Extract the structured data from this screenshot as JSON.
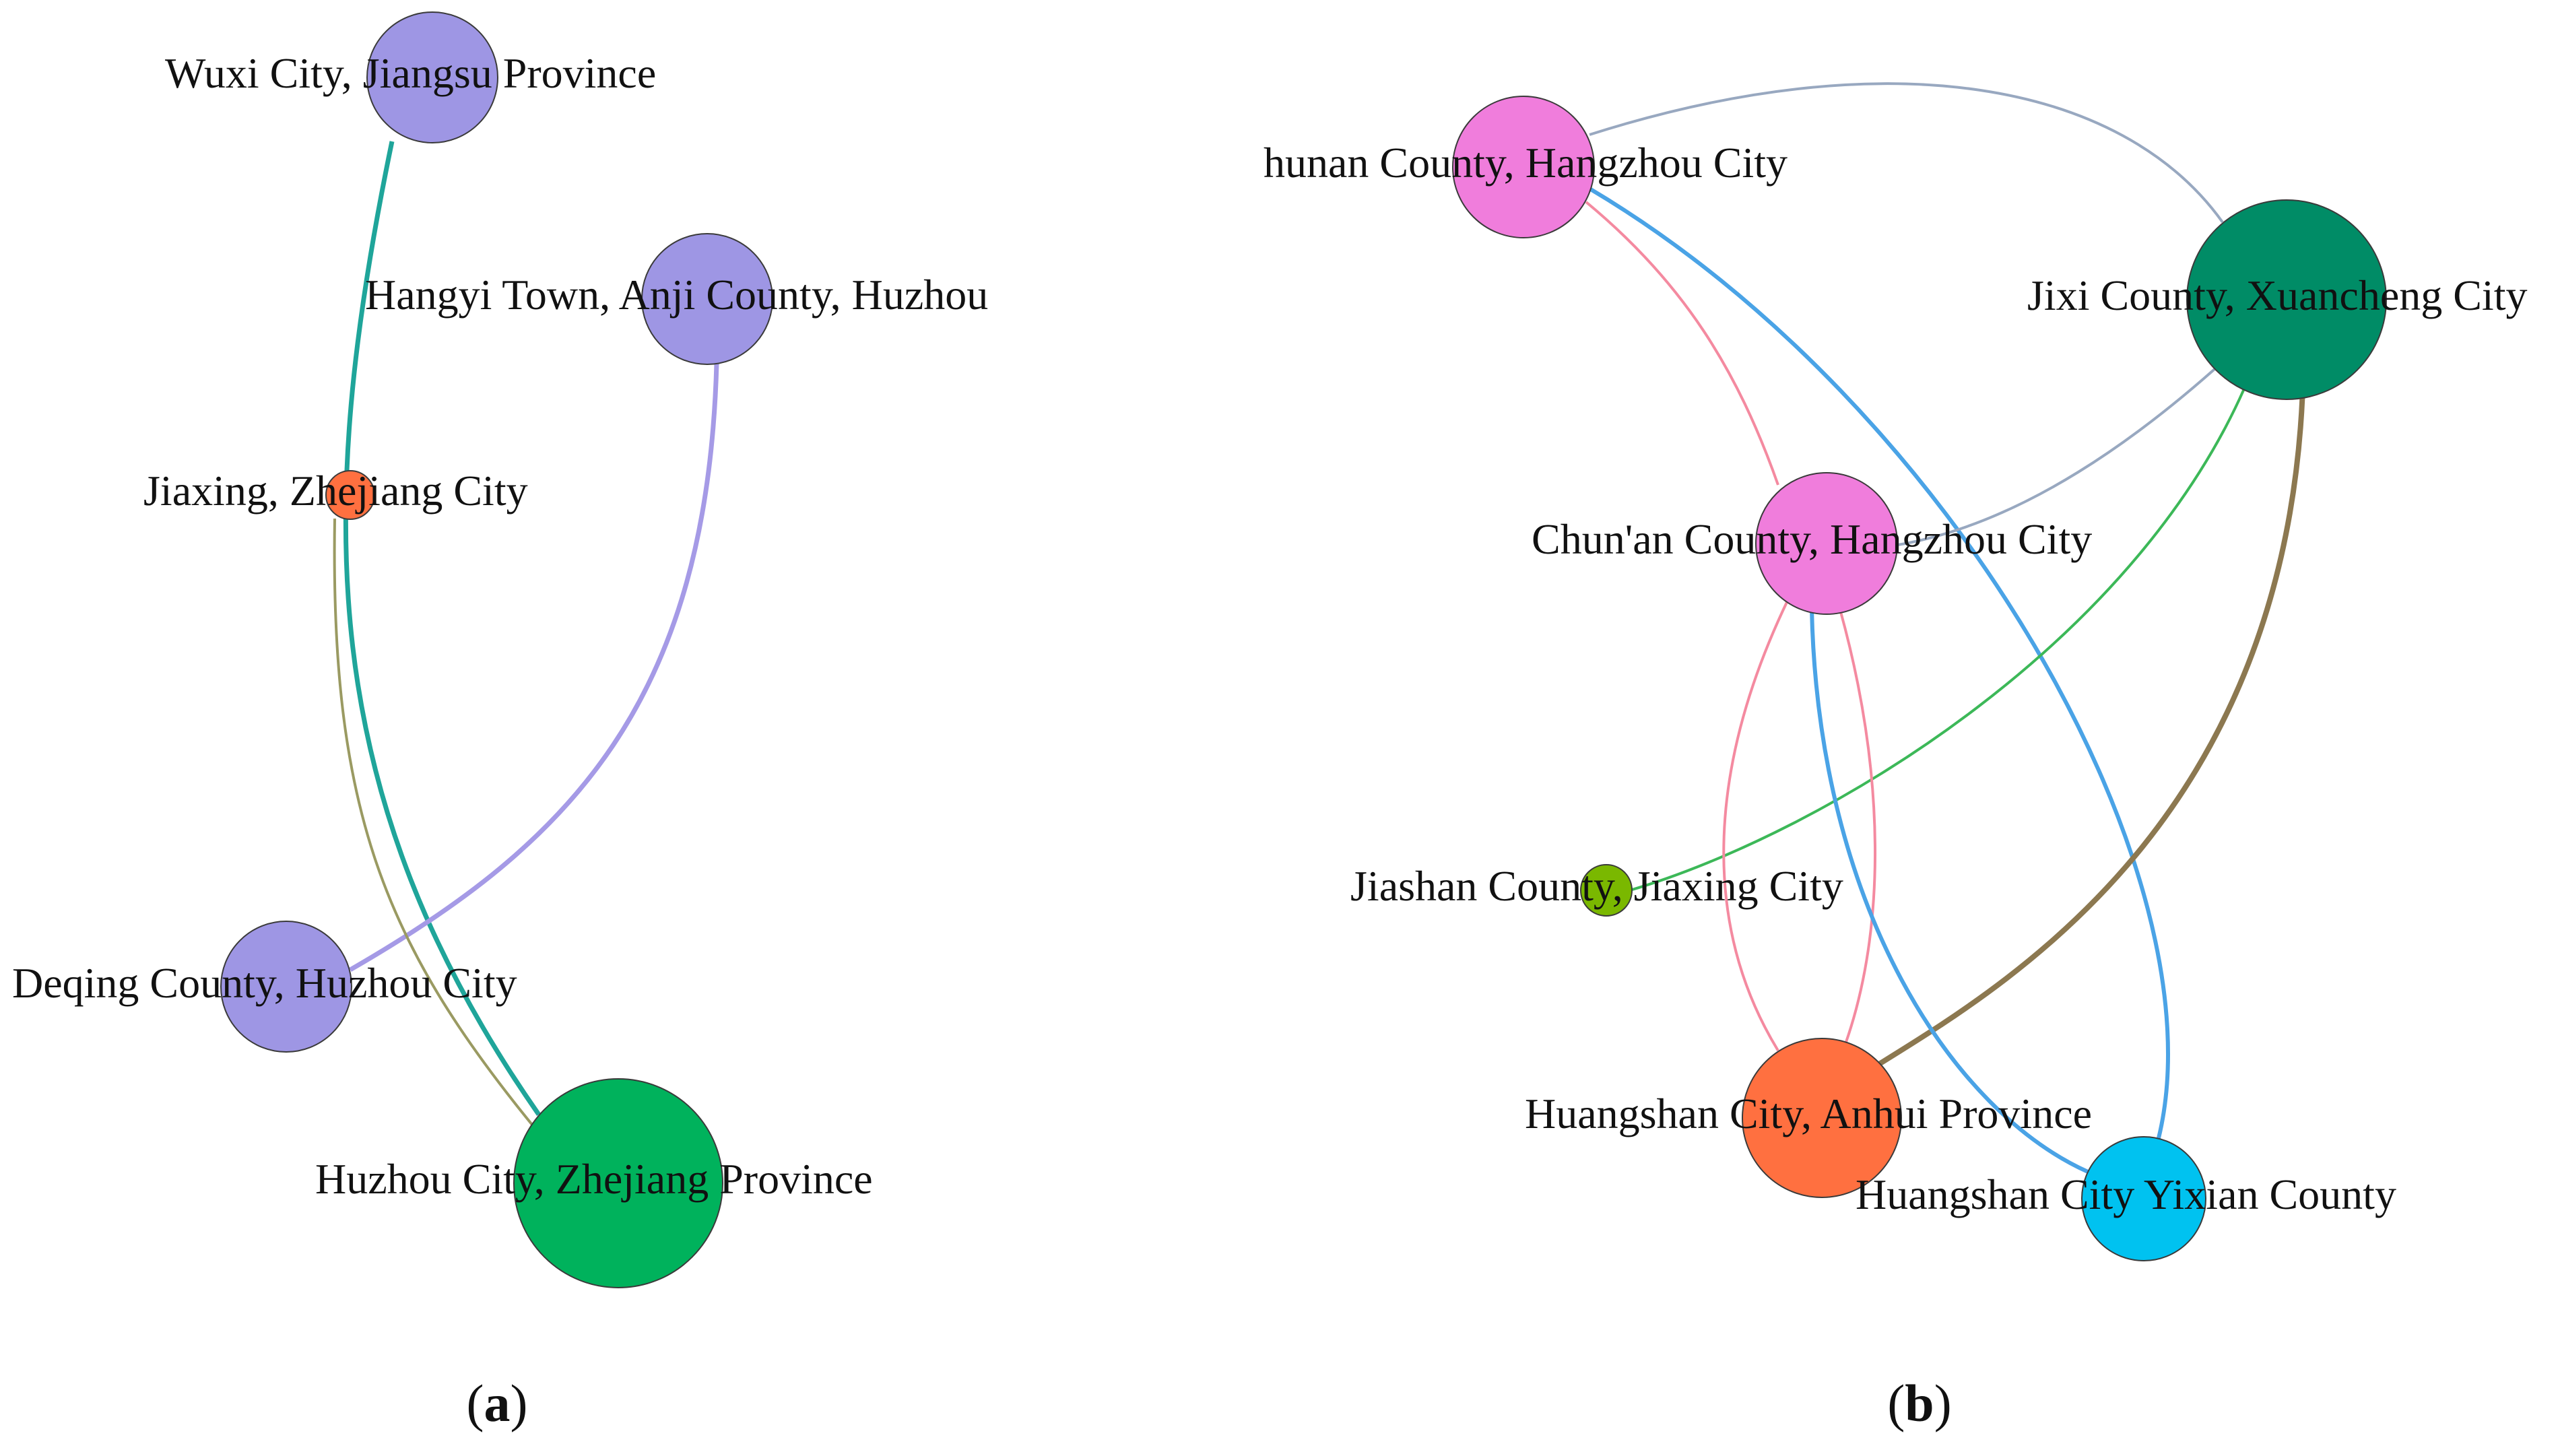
{
  "panels": [
    {
      "id": "a",
      "caption_prefix": "(",
      "caption_letter": "a",
      "caption_suffix": ")",
      "nodes": [
        {
          "id": "wuxi",
          "label": "Wuxi City, Jiangsu Province",
          "color": "#9e96e4"
        },
        {
          "id": "hangyi",
          "label": "Hangyi Town, Anji County, Huzhou",
          "color": "#9e96e4"
        },
        {
          "id": "jiaxing",
          "label": "Jiaxing, Zhejiang City",
          "color": "#ff7040"
        },
        {
          "id": "deqing",
          "label": "Deqing County, Huzhou City",
          "color": "#9e96e4"
        },
        {
          "id": "huzhou",
          "label": "Huzhou City, Zhejiang Province",
          "color": "#00b25c"
        }
      ],
      "edges": [
        {
          "from": "wuxi",
          "to": "huzhou",
          "color": "#1fa59a"
        },
        {
          "from": "hangyi",
          "to": "deqing",
          "color": "#a59ae6"
        },
        {
          "from": "jiaxing",
          "to": "huzhou",
          "color": "#9a9a62"
        }
      ]
    },
    {
      "id": "b",
      "caption_prefix": "(",
      "caption_letter": "b",
      "caption_suffix": ")",
      "nodes": [
        {
          "id": "hunan",
          "label": "hunan County, Hangzhou City",
          "color": "#f07ddc"
        },
        {
          "id": "jixi",
          "label": "Jixi County, Xuancheng City",
          "color": "#008c66"
        },
        {
          "id": "chunan",
          "label": "Chun'an County, Hangzhou City",
          "color": "#f07ddc"
        },
        {
          "id": "jiashan",
          "label": "Jiashan County, Jiaxing City",
          "color": "#7ab800"
        },
        {
          "id": "huangshan",
          "label": "Huangshan City, Anhui Province",
          "color": "#ff7040"
        },
        {
          "id": "yixian",
          "label": "Huangshan City Yixian County",
          "color": "#00c2f0"
        }
      ],
      "edges": [
        {
          "from": "hunan",
          "to": "jixi",
          "color": "#98a8c0"
        },
        {
          "from": "hunan",
          "to": "chunan",
          "color": "#f48aa0"
        },
        {
          "from": "hunan",
          "to": "yixian",
          "color": "#4aa3e6"
        },
        {
          "from": "jixi",
          "to": "chunan",
          "color": "#98a8c0"
        },
        {
          "from": "jixi",
          "to": "jiashan",
          "color": "#3cb858"
        },
        {
          "from": "jixi",
          "to": "huangshan",
          "color": "#8c7850"
        },
        {
          "from": "chunan",
          "to": "huangshan",
          "color": "#f48aa0"
        },
        {
          "from": "chunan",
          "to": "huangshan",
          "color": "#f48aa0"
        },
        {
          "from": "chunan",
          "to": "yixian",
          "color": "#4aa3e6"
        }
      ]
    }
  ]
}
